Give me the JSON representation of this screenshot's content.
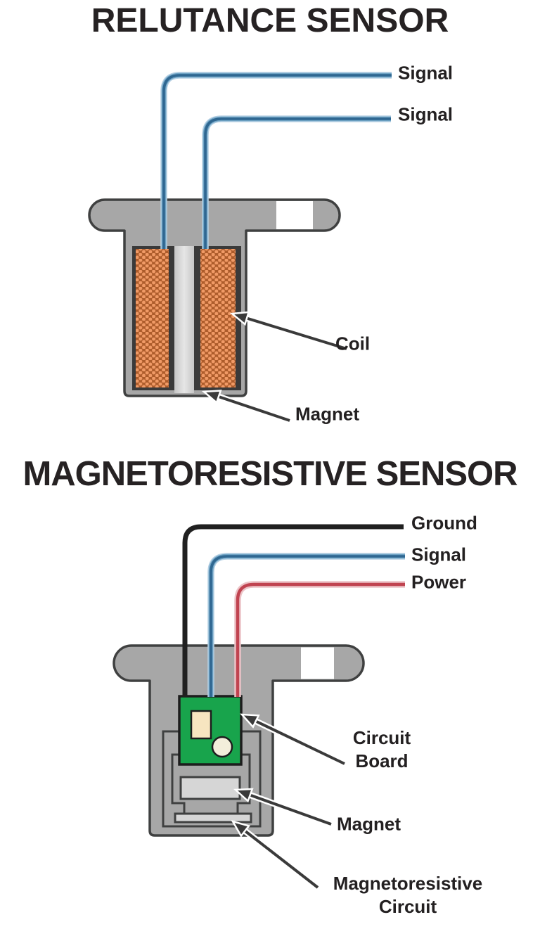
{
  "reluctance": {
    "title": "RELUTANCE SENSOR",
    "labels": {
      "signal_upper": "Signal",
      "signal_lower": "Signal",
      "coil": "Coil",
      "magnet": "Magnet"
    }
  },
  "magnetoresistive": {
    "title": "MAGNETORESISTIVE SENSOR",
    "labels": {
      "ground": "Ground",
      "signal": "Signal",
      "power": "Power",
      "circuit_board": "Circuit\nBoard",
      "magnet": "Magnet",
      "mr_circuit": "Magnetoresistive\nCircuit"
    }
  },
  "colors": {
    "background": "#ffffff",
    "body_gray": "#a7a7a7",
    "outline_dark": "#3f4040",
    "coil_base": "#ad5c2b",
    "coil_dot": "#f09a66",
    "frame_dark": "#3a3a3a",
    "core_gray": "#d6d6d6",
    "board_green": "#18a44c",
    "component_tan": "#f7e5c0",
    "component_cream": "#f3eedb",
    "wire_signal_blue": "#2f6791",
    "wire_ground_black": "#202020",
    "wire_power_red": "#c04350",
    "leader_dark": "#3a3a3a",
    "text_dark": "#232021"
  }
}
